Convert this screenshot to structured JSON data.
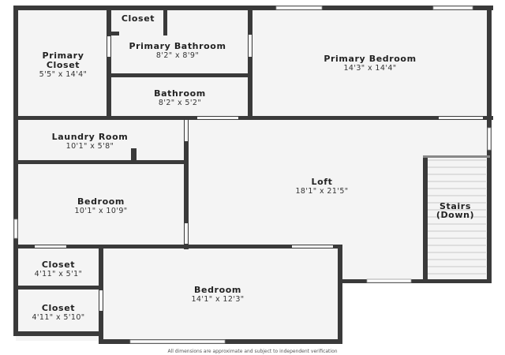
{
  "plan": {
    "wall_color": "#3a3a3a",
    "floor_color": "#f4f4f4",
    "window_color": "#ffffff",
    "rooms": {
      "closet_top": {
        "name": "Closet",
        "dims": ""
      },
      "primary_closet": {
        "name_lines": [
          "Primary",
          "Closet"
        ],
        "dims": "5'5\" x 14'4\""
      },
      "primary_bathroom": {
        "name": "Primary Bathroom",
        "dims": "8'2\" x 8'9\""
      },
      "primary_bedroom": {
        "name": "Primary Bedroom",
        "dims": "14'3\" x 14'4\""
      },
      "bathroom": {
        "name": "Bathroom",
        "dims": "8'2\" x 5'2\""
      },
      "laundry_room": {
        "name": "Laundry Room",
        "dims": "10'1\" x 5'8\""
      },
      "loft": {
        "name": "Loft",
        "dims": "18'1\" x 21'5\""
      },
      "bedroom_mid": {
        "name": "Bedroom",
        "dims": "10'1\" x 10'9\""
      },
      "stairs": {
        "name_lines": [
          "Stairs",
          "(Down)"
        ]
      },
      "closet_a": {
        "name": "Closet",
        "dims": "4'11\" x 5'1\""
      },
      "closet_b": {
        "name": "Closet",
        "dims": "4'11\" x 5'10\""
      },
      "bedroom_low": {
        "name": "Bedroom",
        "dims": "14'1\" x 12'3\""
      }
    },
    "disclaimer": "All dimensions are approximate and subject to independent verification"
  }
}
